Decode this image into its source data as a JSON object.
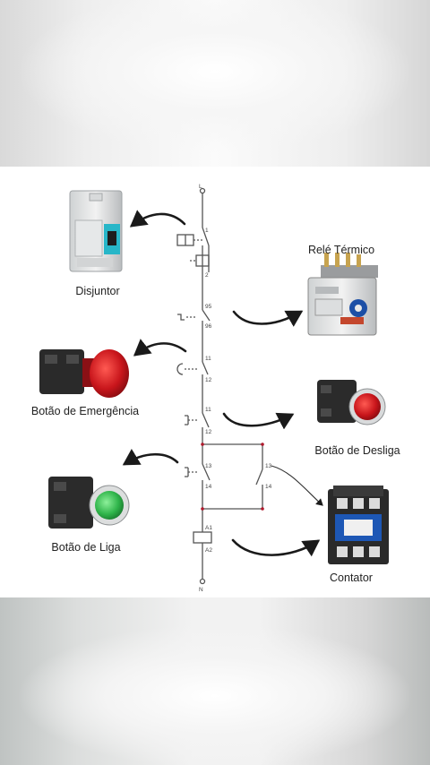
{
  "components": {
    "breaker": "Disjuntor",
    "thermal_relay": "Relé Térmico",
    "emergency_button": "Botão de Emergência",
    "off_button": "Botão de Desliga",
    "on_button": "Botão de Liga",
    "contactor": "Contator"
  },
  "terminals": {
    "top": "L",
    "bottom": "N",
    "breaker_a": "1",
    "breaker_b": "2",
    "relay_a": "95",
    "relay_b": "96",
    "emergency_a": "11",
    "emergency_b": "12",
    "off_a": "11",
    "off_b": "12",
    "on_a": "13",
    "on_b": "14",
    "hold_a": "13",
    "hold_b": "14",
    "coil_a": "A1",
    "coil_b": "A2"
  },
  "colors": {
    "line": "#555555",
    "arrow": "#1a1a1a",
    "emergency_red": "#c8151b",
    "off_red": "#c4141c",
    "on_green": "#2fb44a",
    "contactor_blue": "#1d57b5",
    "junction": "#b0182b"
  }
}
